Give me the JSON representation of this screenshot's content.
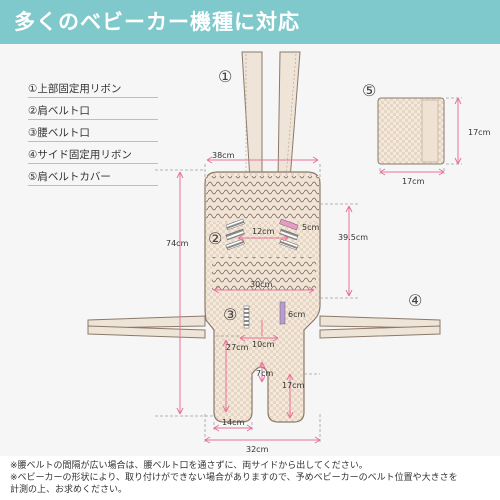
{
  "header": {
    "title": "多くのベビーカー機種に対応"
  },
  "legend": [
    "①上部固定用リボン",
    "②肩ベルト口",
    "③腰ベルト口",
    "④サイド固定用リボン",
    "⑤肩ベルトカバー"
  ],
  "markers": {
    "m1": "①",
    "m2": "②",
    "m3": "③",
    "m4": "④",
    "m5": "⑤"
  },
  "dimensions": {
    "top_width": "38cm",
    "length": "74cm",
    "shoulder_span": "12cm",
    "shoulder_slot": "5cm",
    "upper_height": "39.5cm",
    "waist_width": "30cm",
    "waist_slot": "6cm",
    "slit_gap": "10cm",
    "seat_height": "27cm",
    "slit_depth": "7cm",
    "leg_height": "17cm",
    "foot_width": "14cm",
    "bottom_width": "32cm",
    "cover_height": "17cm",
    "cover_width": "17cm"
  },
  "footer": {
    "line1": "※腰ベルトの間隔が広い場合は、腰ベルト口を通さずに、両サイドから出してください。",
    "line2": "※ベビーカーの形状により、取り付けができない場合がありますので、予めベビーカーのベルト位置や大きさを",
    "line3": "計測の上、お求めください。"
  },
  "colors": {
    "header_bg": "#7fc9cc",
    "dimension_line": "#e8739a",
    "pad_fill": "#f3e9dd",
    "pad_stroke": "#8a7a6a"
  }
}
